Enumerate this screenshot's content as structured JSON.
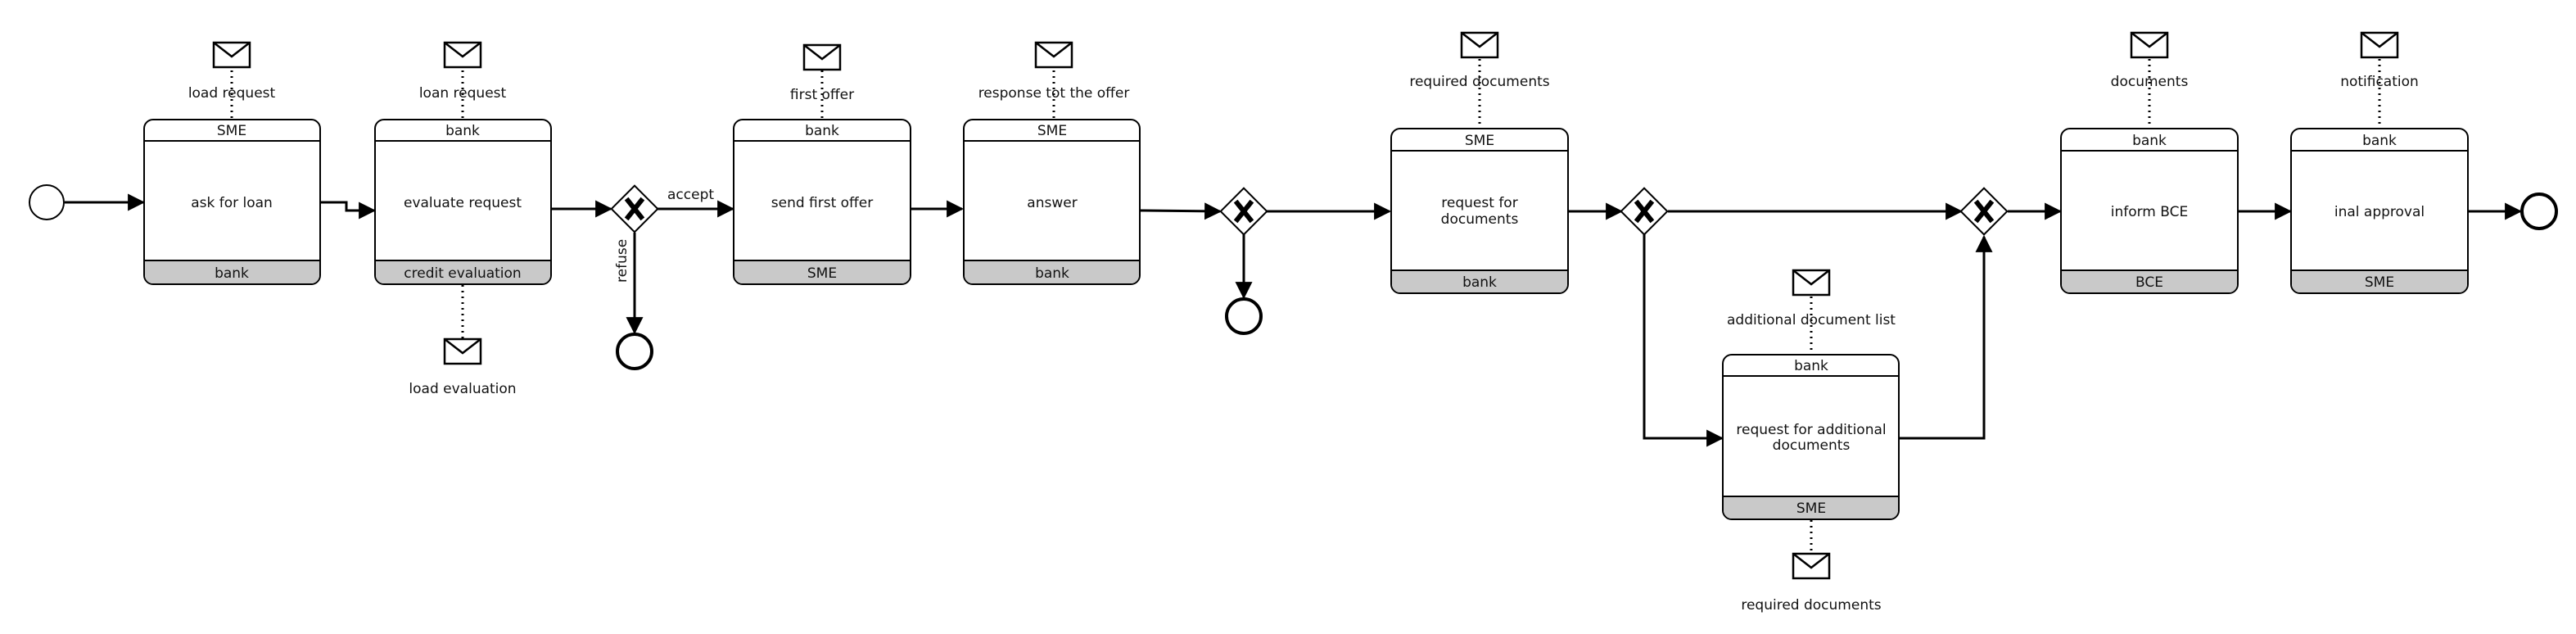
{
  "tasks": {
    "ask_for_loan": {
      "title": "ask for loan",
      "initiator": "SME",
      "receiver": "bank"
    },
    "evaluate_request": {
      "title": "evaluate request",
      "initiator": "bank",
      "receiver": "credit evaluation"
    },
    "send_first_offer": {
      "title": "send first offer",
      "initiator": "bank",
      "receiver": "SME"
    },
    "answer": {
      "title": "answer",
      "initiator": "SME",
      "receiver": "bank"
    },
    "request_documents": {
      "title_line1": "request for",
      "title_line2": "documents",
      "initiator": "SME",
      "receiver": "bank"
    },
    "request_additional": {
      "title_line1": "request for additional",
      "title_line2": "documents",
      "initiator": "bank",
      "receiver": "SME"
    },
    "inform_bce": {
      "title": "inform BCE",
      "initiator": "bank",
      "receiver": "BCE"
    },
    "final_approval": {
      "title": "inal approval",
      "initiator": "bank",
      "receiver": "SME"
    }
  },
  "messages": {
    "load_request": "load request",
    "loan_request": "loan request",
    "load_evaluation": "load evaluation",
    "first_offer": "first offer",
    "response_offer": "response tot the offer",
    "required_documents_top": "required documents",
    "additional_document_list": "additional document list",
    "required_documents_bottom": "required documents",
    "documents": "documents",
    "notification": "notification"
  },
  "flow_labels": {
    "accept": "accept",
    "refuse": "refuse"
  }
}
